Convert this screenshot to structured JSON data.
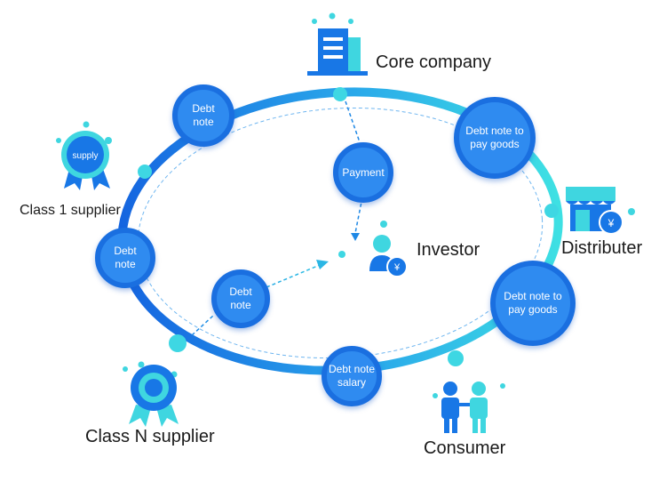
{
  "entities": {
    "core_company": "Core company",
    "class1_supplier": "Class 1 supplier",
    "classN_supplier": "Class N supplier",
    "investor": "Investor",
    "distributer": "Distributer",
    "consumer": "Consumer"
  },
  "badges": {
    "supply": "supply",
    "yen": "¥"
  },
  "nodes": {
    "debt_note_top": "Debt\nnote",
    "debt_note_left": "Debt\nnote",
    "debt_note_inner": "Debt\nnote",
    "payment": "Payment",
    "pay_goods_top": "Debt note to\npay goods",
    "pay_goods_right": "Debt note to\npay goods",
    "salary": "Debt note\nsalary"
  },
  "colors": {
    "ring_left": "#1565e0",
    "ring_right": "#3ee0e3",
    "node_fill": "#2f8bf0",
    "icon_blue": "#1877e6",
    "icon_cyan": "#3fd6e0"
  }
}
